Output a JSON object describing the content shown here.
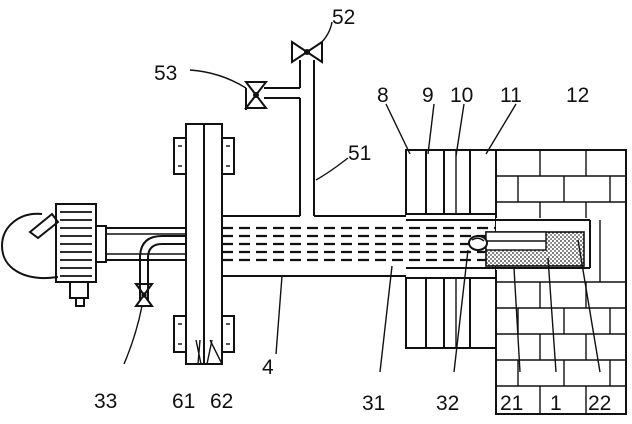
{
  "labels": {
    "l53": "53",
    "l52": "52",
    "l8": "8",
    "l9": "9",
    "l10": "10",
    "l11": "11",
    "l12": "12",
    "l51": "51",
    "l4": "4",
    "l31": "31",
    "l32": "32",
    "l21": "21",
    "l1": "1",
    "l22": "22",
    "l33": "33",
    "l61": "61",
    "l62": "62"
  }
}
